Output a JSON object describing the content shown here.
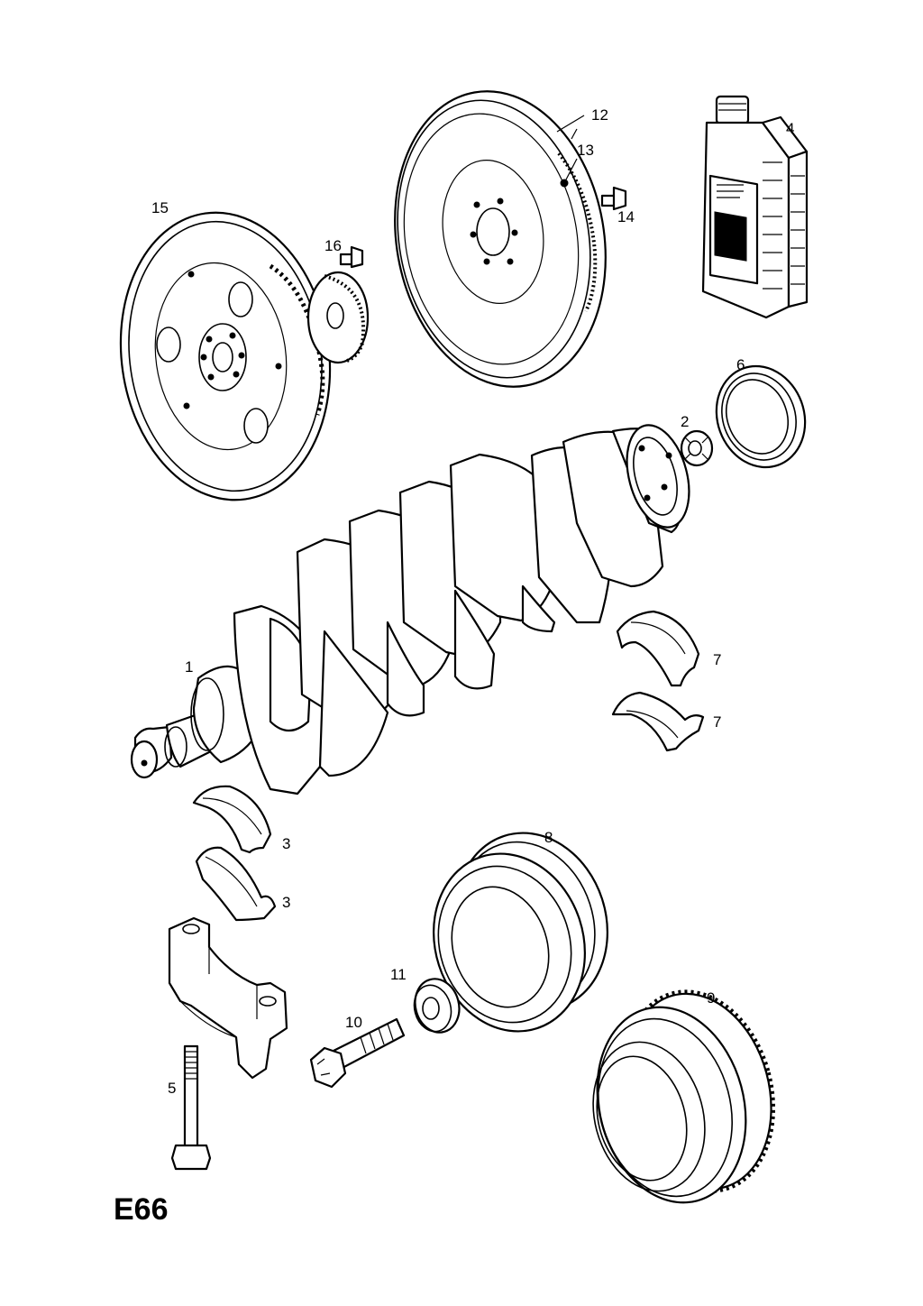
{
  "diagram": {
    "page_code": "E66",
    "callouts": {
      "c1": "1",
      "c2": "2",
      "c3a": "3",
      "c3b": "3",
      "c4": "4",
      "c5": "5",
      "c6": "6",
      "c7a": "7",
      "c7b": "7",
      "c8": "8",
      "c9": "9",
      "c10": "10",
      "c11": "11",
      "c12": "12",
      "c13": "13",
      "c14": "14",
      "c15": "15",
      "c16": "16"
    }
  }
}
